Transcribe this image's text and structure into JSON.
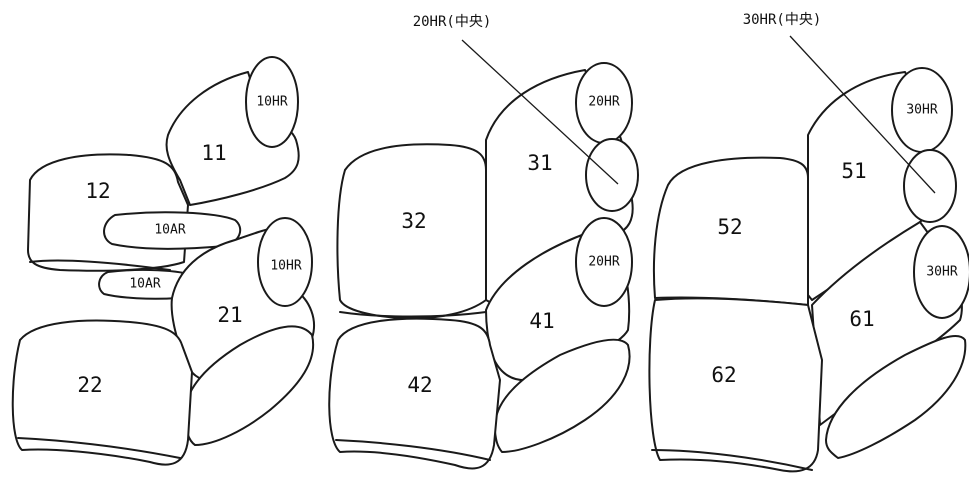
{
  "parts": {
    "p10hr_upper": "10HR",
    "p11": "11",
    "p12": "12",
    "p10ar_upper": "10AR",
    "p10hr_lower": "10HR",
    "p10ar_lower": "10AR",
    "p21": "21",
    "p22": "22",
    "p20hr_top": "20HR",
    "p31": "31",
    "p32": "32",
    "p20hr_lower": "20HR",
    "p41": "41",
    "p42": "42",
    "p30hr_top": "30HR",
    "p51": "51",
    "p52": "52",
    "p30hr_lower": "30HR",
    "p61": "61",
    "p62": "62"
  },
  "callouts": {
    "center_20hr": "20HR(中央)",
    "center_30hr": "30HR(中央)"
  },
  "colors": {
    "line": "#1a1a1a",
    "background": "#ffffff"
  }
}
